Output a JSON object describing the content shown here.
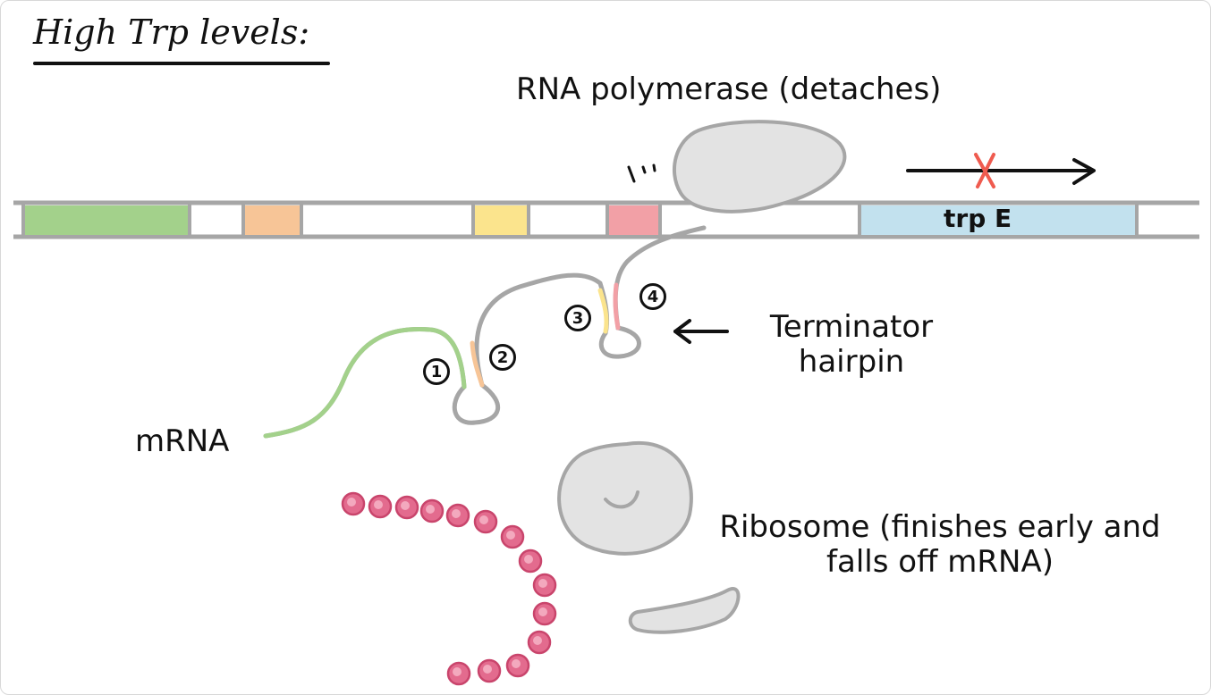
{
  "title": "High Trp levels:",
  "labels": {
    "rna_polymerase": "RNA polymerase (detaches)",
    "trpE": "trp E",
    "terminator": "Terminator hairpin",
    "mrna": "mRNA",
    "ribosome": "Ribosome (finishes early and falls off mRNA)"
  },
  "regions": [
    {
      "id": "1",
      "color": "#a3d18b"
    },
    {
      "id": "2",
      "color": "#f7c597"
    },
    {
      "id": "3",
      "color": "#fbe48d"
    },
    {
      "id": "4",
      "color": "#f2a0a6"
    }
  ],
  "colors": {
    "dna_line": "#a6a6a6",
    "trpE_fill": "#c2e1ee",
    "polymerase_fill": "#e3e3e3",
    "amino_acid": "#e36b8e",
    "cross": "#ef5b4f"
  }
}
